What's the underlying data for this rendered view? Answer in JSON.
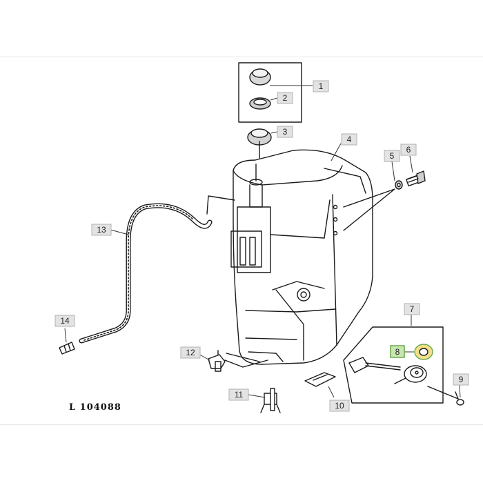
{
  "diagram": {
    "reference": "L 104088",
    "callouts": [
      {
        "id": "1",
        "label": "1"
      },
      {
        "id": "2",
        "label": "2"
      },
      {
        "id": "3",
        "label": "3"
      },
      {
        "id": "4",
        "label": "4"
      },
      {
        "id": "5",
        "label": "5"
      },
      {
        "id": "6",
        "label": "6"
      },
      {
        "id": "7",
        "label": "7"
      },
      {
        "id": "8",
        "label": "8",
        "highlighted": true
      },
      {
        "id": "9",
        "label": "9"
      },
      {
        "id": "10",
        "label": "10"
      },
      {
        "id": "11",
        "label": "11"
      },
      {
        "id": "12",
        "label": "12"
      },
      {
        "id": "13",
        "label": "13"
      },
      {
        "id": "14",
        "label": "14"
      }
    ]
  },
  "colors": {
    "line": "#1a1a1a",
    "callout_fill": "#e3e3e3",
    "callout_stroke": "#b0b0b0",
    "highlight_fill": "#c8e6b0",
    "highlight_stroke": "#6aa84f",
    "highlight_ring": "#f3e08a"
  }
}
